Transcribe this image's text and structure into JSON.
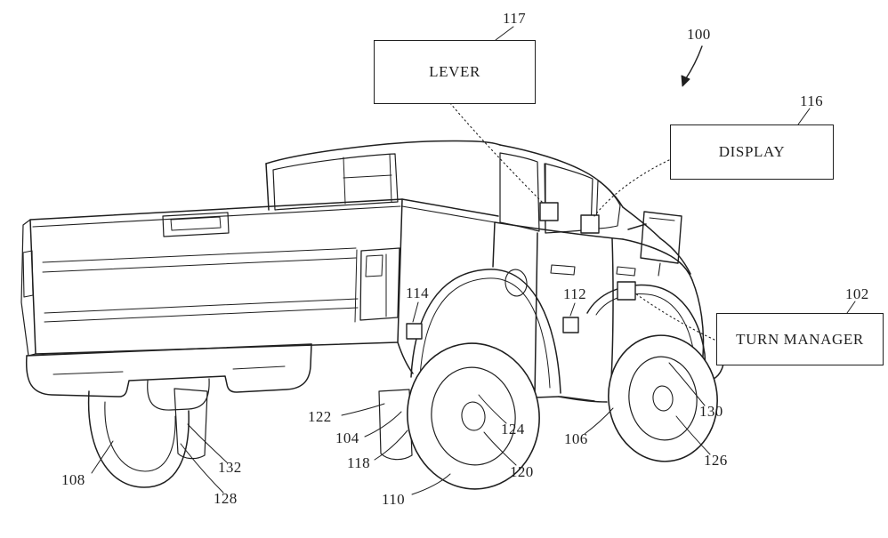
{
  "figure": {
    "background": "#ffffff",
    "line_color": "#1f1f1f"
  },
  "boxes": {
    "lever": {
      "label": "LEVER",
      "ref": "117"
    },
    "display": {
      "label": "DISPLAY",
      "ref": "116"
    },
    "turn_manager": {
      "label": "TURN MANAGER",
      "ref": "102"
    }
  },
  "refs": {
    "r100": "100",
    "r104": "104",
    "r106": "106",
    "r108": "108",
    "r110": "110",
    "r112": "112",
    "r114": "114",
    "r118": "118",
    "r120": "120",
    "r122": "122",
    "r124": "124",
    "r126": "126",
    "r128": "128",
    "r130": "130",
    "r132": "132"
  }
}
